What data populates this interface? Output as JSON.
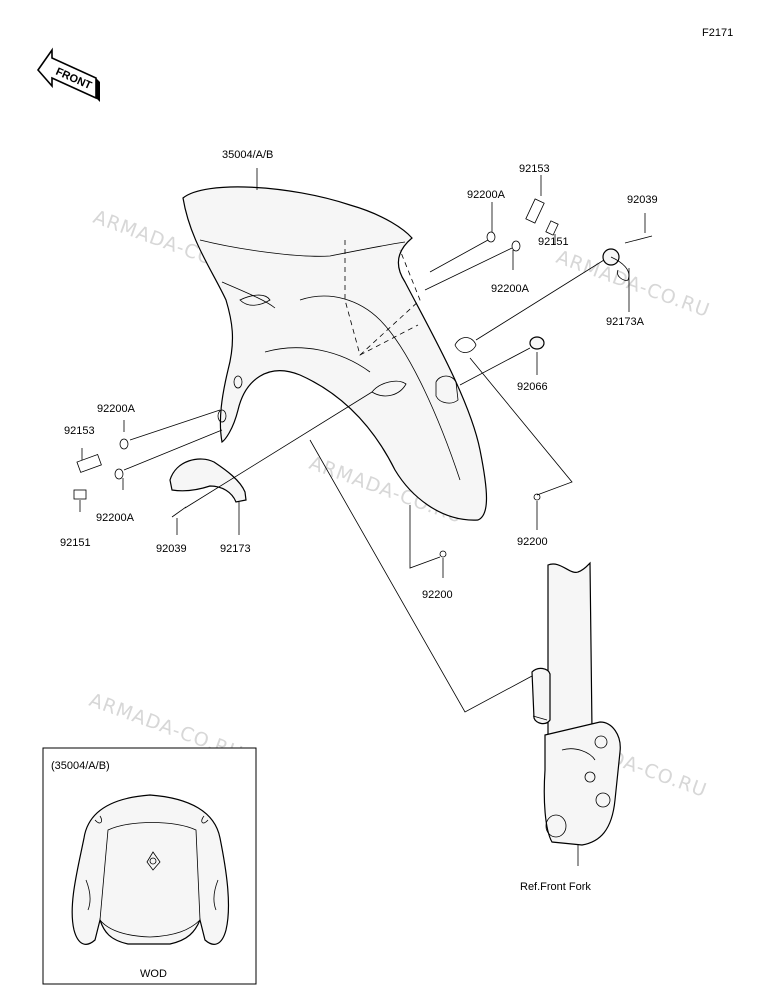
{
  "diagram_code": "F2171",
  "front_label": "FRONT",
  "watermark": "ARMADA-CO.RU",
  "parts": {
    "fender": "35004/A/B",
    "bolt_top": "92153",
    "washer_top1": "92200A",
    "washer_top2": "92200A",
    "screw_top": "92151",
    "pin_top": "92039",
    "clamp_top": "92173A",
    "grommet": "92066",
    "nut_right": "92200",
    "nut_center": "92200",
    "washer_left1": "92200A",
    "bolt_left": "92153",
    "washer_left2": "92200A",
    "screw_left": "92151",
    "pin_left": "92039",
    "clamp_left": "92173"
  },
  "ref_front_fork": "Ref.Front Fork",
  "inset": {
    "title": "(35004/A/B)",
    "caption": "WOD"
  }
}
